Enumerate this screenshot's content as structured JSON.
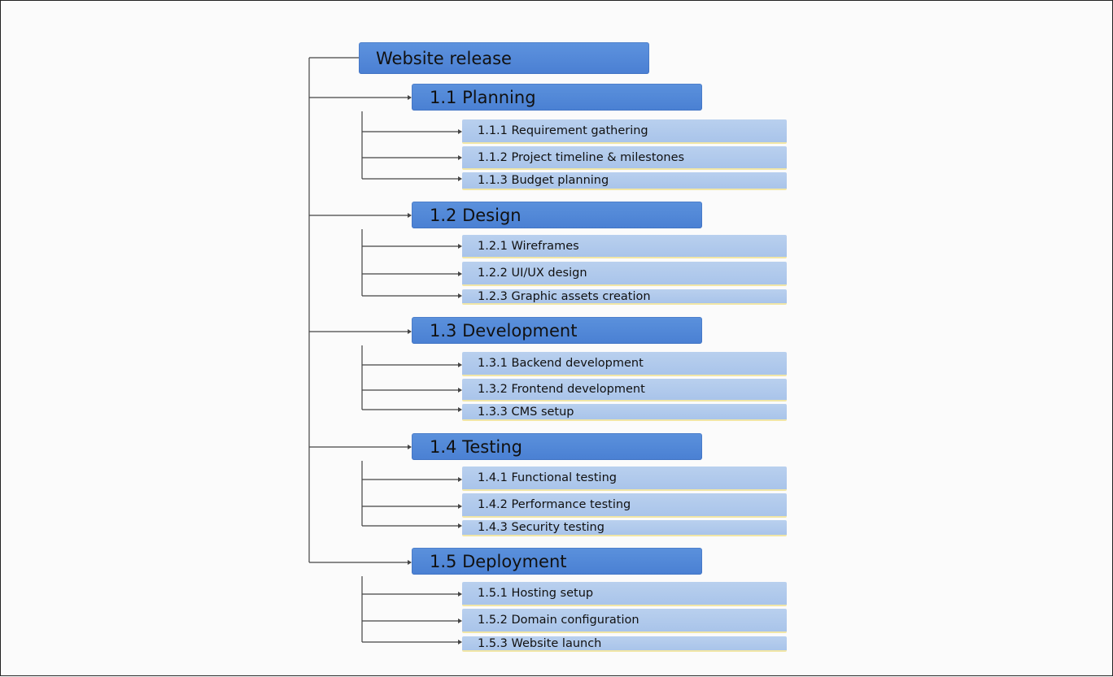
{
  "root": {
    "label": "Website release"
  },
  "phases": [
    {
      "label": "1.1 Planning",
      "tasks": [
        "1.1.1 Requirement gathering",
        "1.1.2 Project timeline & milestones",
        "1.1.3 Budget planning"
      ]
    },
    {
      "label": "1.2 Design",
      "tasks": [
        "1.2.1 Wireframes",
        "1.2.2 UI/UX design",
        "1.2.3 Graphic assets creation"
      ]
    },
    {
      "label": "1.3 Development",
      "tasks": [
        "1.3.1 Backend development",
        "1.3.2 Frontend development",
        "1.3.3 CMS setup"
      ]
    },
    {
      "label": "1.4 Testing",
      "tasks": [
        "1.4.1 Functional testing",
        "1.4.2 Performance testing",
        "1.4.3 Security testing"
      ]
    },
    {
      "label": "1.5 Deployment",
      "tasks": [
        "1.5.1 Hosting setup",
        "1.5.2 Domain configuration",
        "1.5.3 Website launch"
      ]
    }
  ],
  "colors": {
    "root": "#4f85d6",
    "phase": "#4f85d6",
    "task": "#b0c9ec",
    "connector": "#444444"
  }
}
